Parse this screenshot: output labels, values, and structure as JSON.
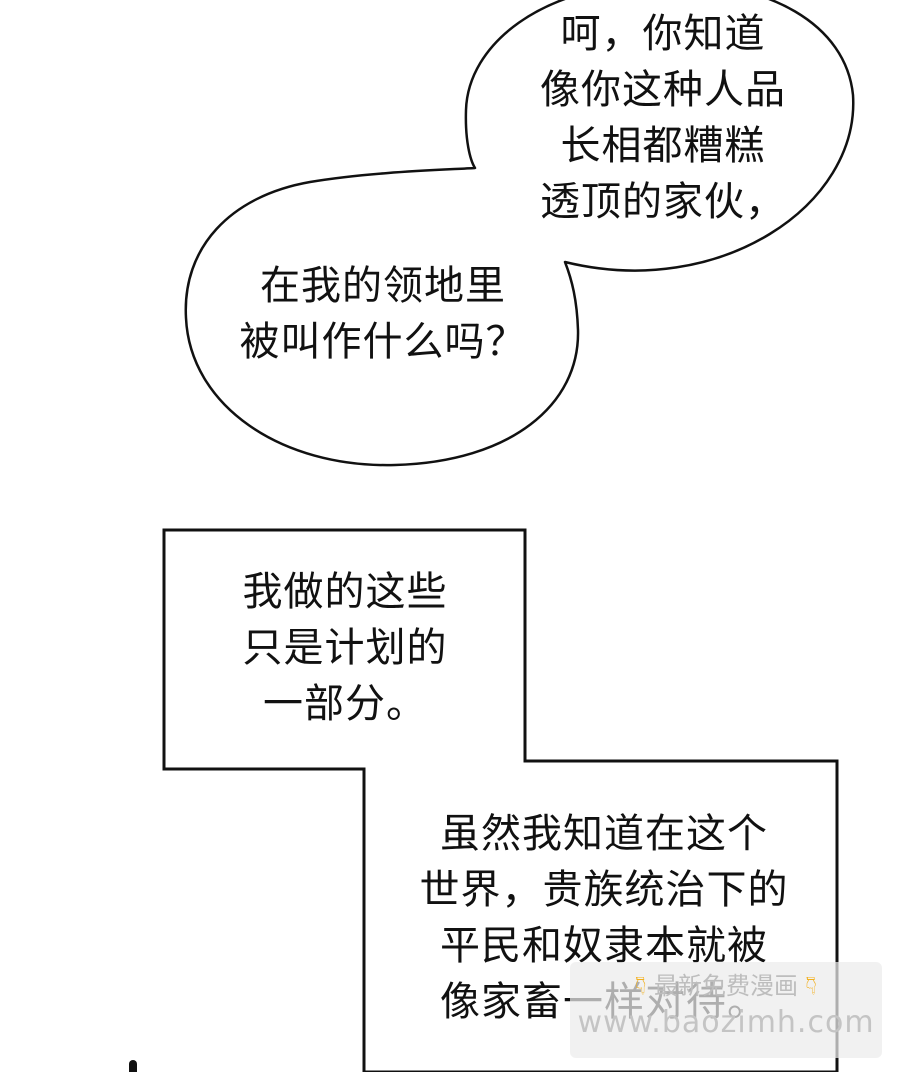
{
  "bubble": {
    "upper_lines": [
      "呵，你知道",
      "像你这种人品",
      "长相都糟糕",
      "透顶的家伙，"
    ],
    "lower_lines": [
      "在我的领地里",
      "被叫作什么吗？"
    ]
  },
  "box_top": {
    "lines": [
      "我做的这些",
      "只是计划的",
      "一部分。"
    ]
  },
  "box_bottom": {
    "lines": [
      "虽然我知道在这个",
      "世界，贵族统治下的",
      "平民和奴隶本就被",
      "像家畜一样对待。"
    ]
  },
  "watermark": {
    "text": "最新免费漫画",
    "url": "www.baozimh.com",
    "icon": "pointing-down-icon",
    "icon_color": "#f2b01e"
  }
}
